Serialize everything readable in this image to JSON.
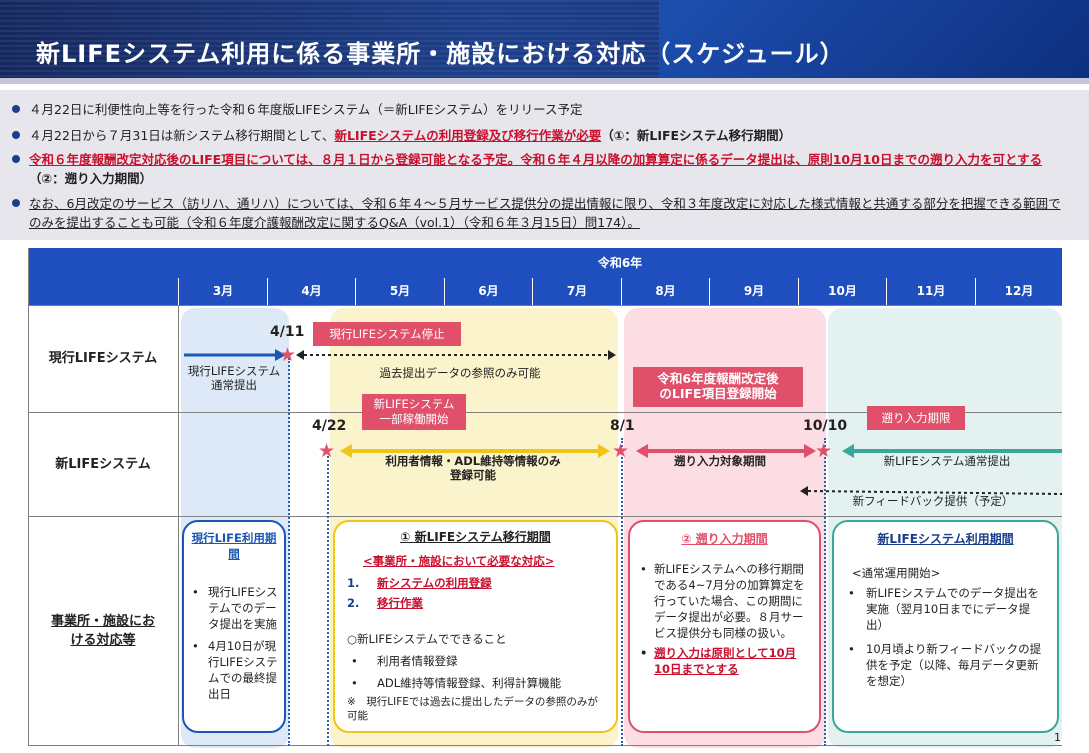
{
  "header": {
    "title": "新LIFEシステム利用に係る事業所・施設における対応（スケジュール）"
  },
  "bullets": {
    "b1": "４月22日に利便性向上等を行った令和６年度版LIFEシステム（＝新LIFEシステム）をリリース予定",
    "b2_pre": "４月22日から７月31日は新システム移行期間として、",
    "b2_red": "新LIFEシステムの利用登録及び移行作業が必要",
    "b2_post": "（①：新LIFEシステム移行期間）",
    "b3_red": "令和６年度報酬改定対応後のLIFE項目については、８月１日から登録可能となる予定。令和６年４月以降の加算算定に係るデータ提出は、原則10月10日までの遡り入力を可とする",
    "b3_post": "（②：遡り入力期間）",
    "b4": "なお、6月改定のサービス（訪リハ、通リハ）については、令和６年４～５月サービス提供分の提出情報に限り、令和３年度改定に対応した様式情報と共通する部分を把握できる範囲でのみを提出することも可能（令和６年度介護報酬改定に関するQ&A（vol.1）（令和６年３月15日）問174）。"
  },
  "table": {
    "year": "令和6年",
    "months": [
      "3月",
      "4月",
      "5月",
      "6月",
      "7月",
      "8月",
      "9月",
      "10月",
      "11月",
      "12月"
    ],
    "rows": {
      "current": "現行LIFEシステム",
      "new": "新LIFEシステム",
      "facility": "事業所・施設における対応等"
    }
  },
  "timeline": {
    "d411": "4/11",
    "d422": "4/22",
    "d81": "8/1",
    "d1010": "10/10",
    "current_normal": "現行LIFEシステム\n通常提出",
    "current_stop": "現行LIFEシステム停止",
    "past_ref": "過去提出データの参照のみ可能",
    "new_partial": "新LIFEシステム\n一部稼働開始",
    "new_items_start": "令和6年度報酬改定後\nのLIFE項目登録開始",
    "user_reg": "利用者情報・ADL維持等情報のみ\n登録可能",
    "retro_target": "遡り入力対象期間",
    "retro_deadline": "遡り入力期限",
    "new_normal": "新LIFEシステム通常提出",
    "new_feedback": "新フィードバック提供（予定）"
  },
  "boxes": {
    "current": {
      "title": "現行LIFE利用期間",
      "items": [
        "現行LIFEシステムでのデータ提出を実施",
        "4月10日が現行LIFEシステムでの最終提出日"
      ]
    },
    "migration": {
      "title": "① 新LIFEシステム移行期間",
      "subtitle": "<事業所・施設において必要な対応>",
      "step1": "新システムの利用登録",
      "step2": "移行作業",
      "can_do": "○新LIFEシステムでできること",
      "items": [
        "利用者情報登録",
        "ADL維持等情報登録、利得計算機能"
      ],
      "note": "※　現行LIFEでは過去に提出したデータの参照のみが可能"
    },
    "retro": {
      "title": "② 遡り入力期間",
      "item1": "新LIFEシステムへの移行期間である4~7月分の加算算定を行っていた場合、この期間にデータ提出が必要。８月サービス提供分も同様の扱い。",
      "item2": "遡り入力は原則として10月10日までとする"
    },
    "newperiod": {
      "title": "新LIFEシステム利用期間",
      "intro": "<通常運用開始>",
      "items": [
        "新LIFEシステムでのデータ提出を実施（翌月10日までにデータ提出）",
        "10月頃より新フィードバックの提供を予定（以降、毎月データ更新を想定）"
      ]
    }
  },
  "page_number": "1",
  "colors": {
    "navy": "#1f4fbf",
    "red": "#c8102e",
    "pink": "#e0506a"
  }
}
